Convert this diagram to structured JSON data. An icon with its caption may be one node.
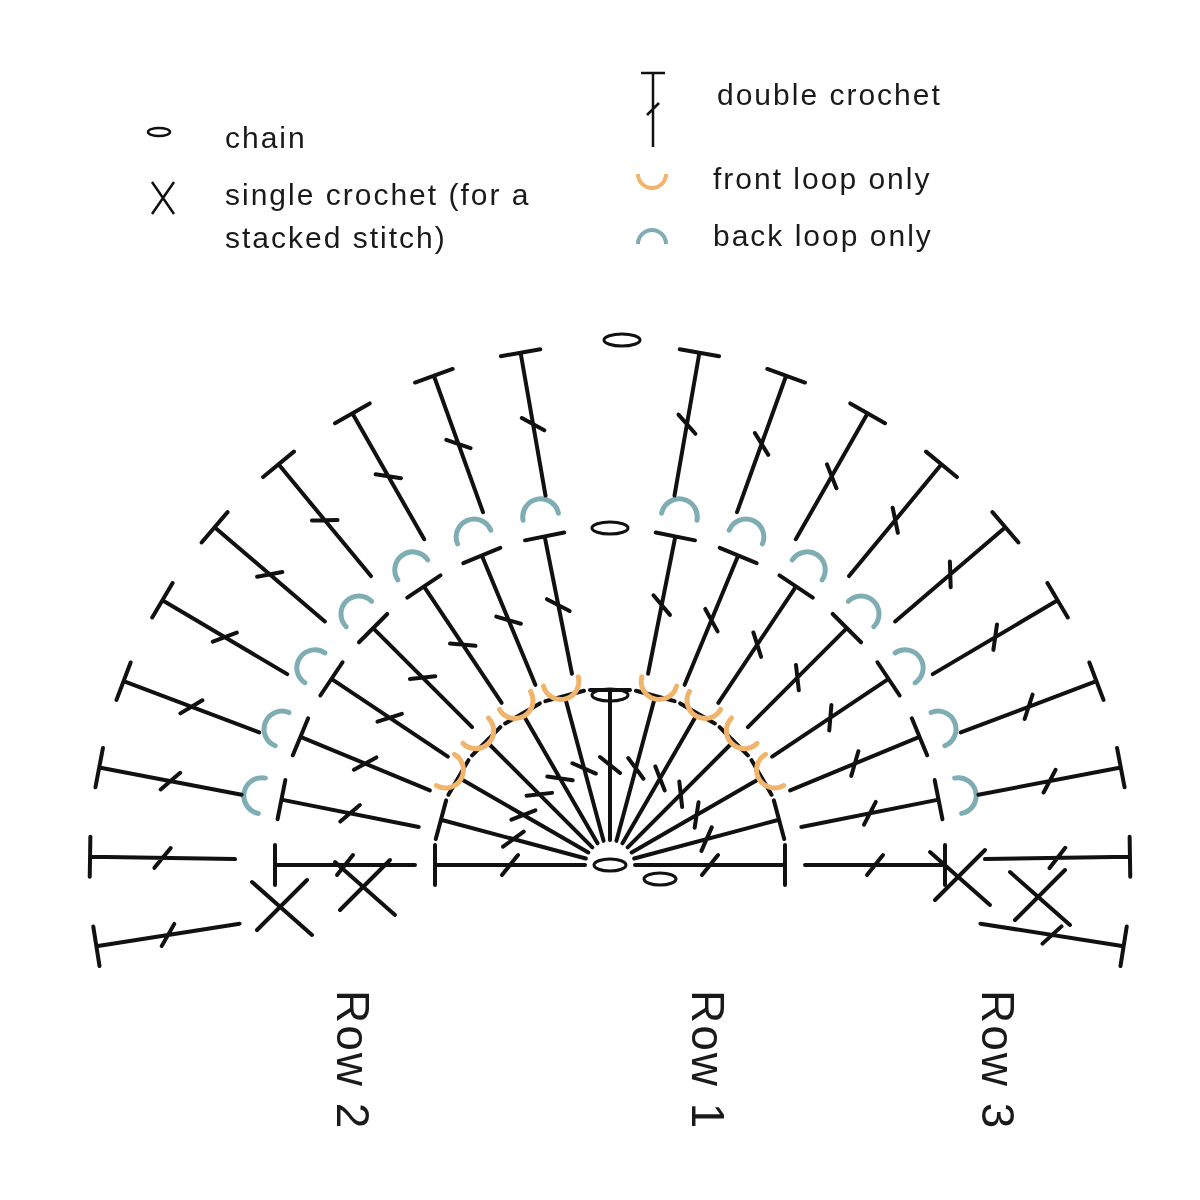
{
  "diagram": {
    "labels": [
      "Row 2",
      "Row 1",
      "Row 3"
    ],
    "legend": [
      {
        "text": "chain"
      },
      {
        "text": "single crochet (for a stacked stitch)"
      },
      {
        "text": "double crochet"
      },
      {
        "text": "front loop only"
      },
      {
        "text": "back loop only"
      }
    ]
  }
}
